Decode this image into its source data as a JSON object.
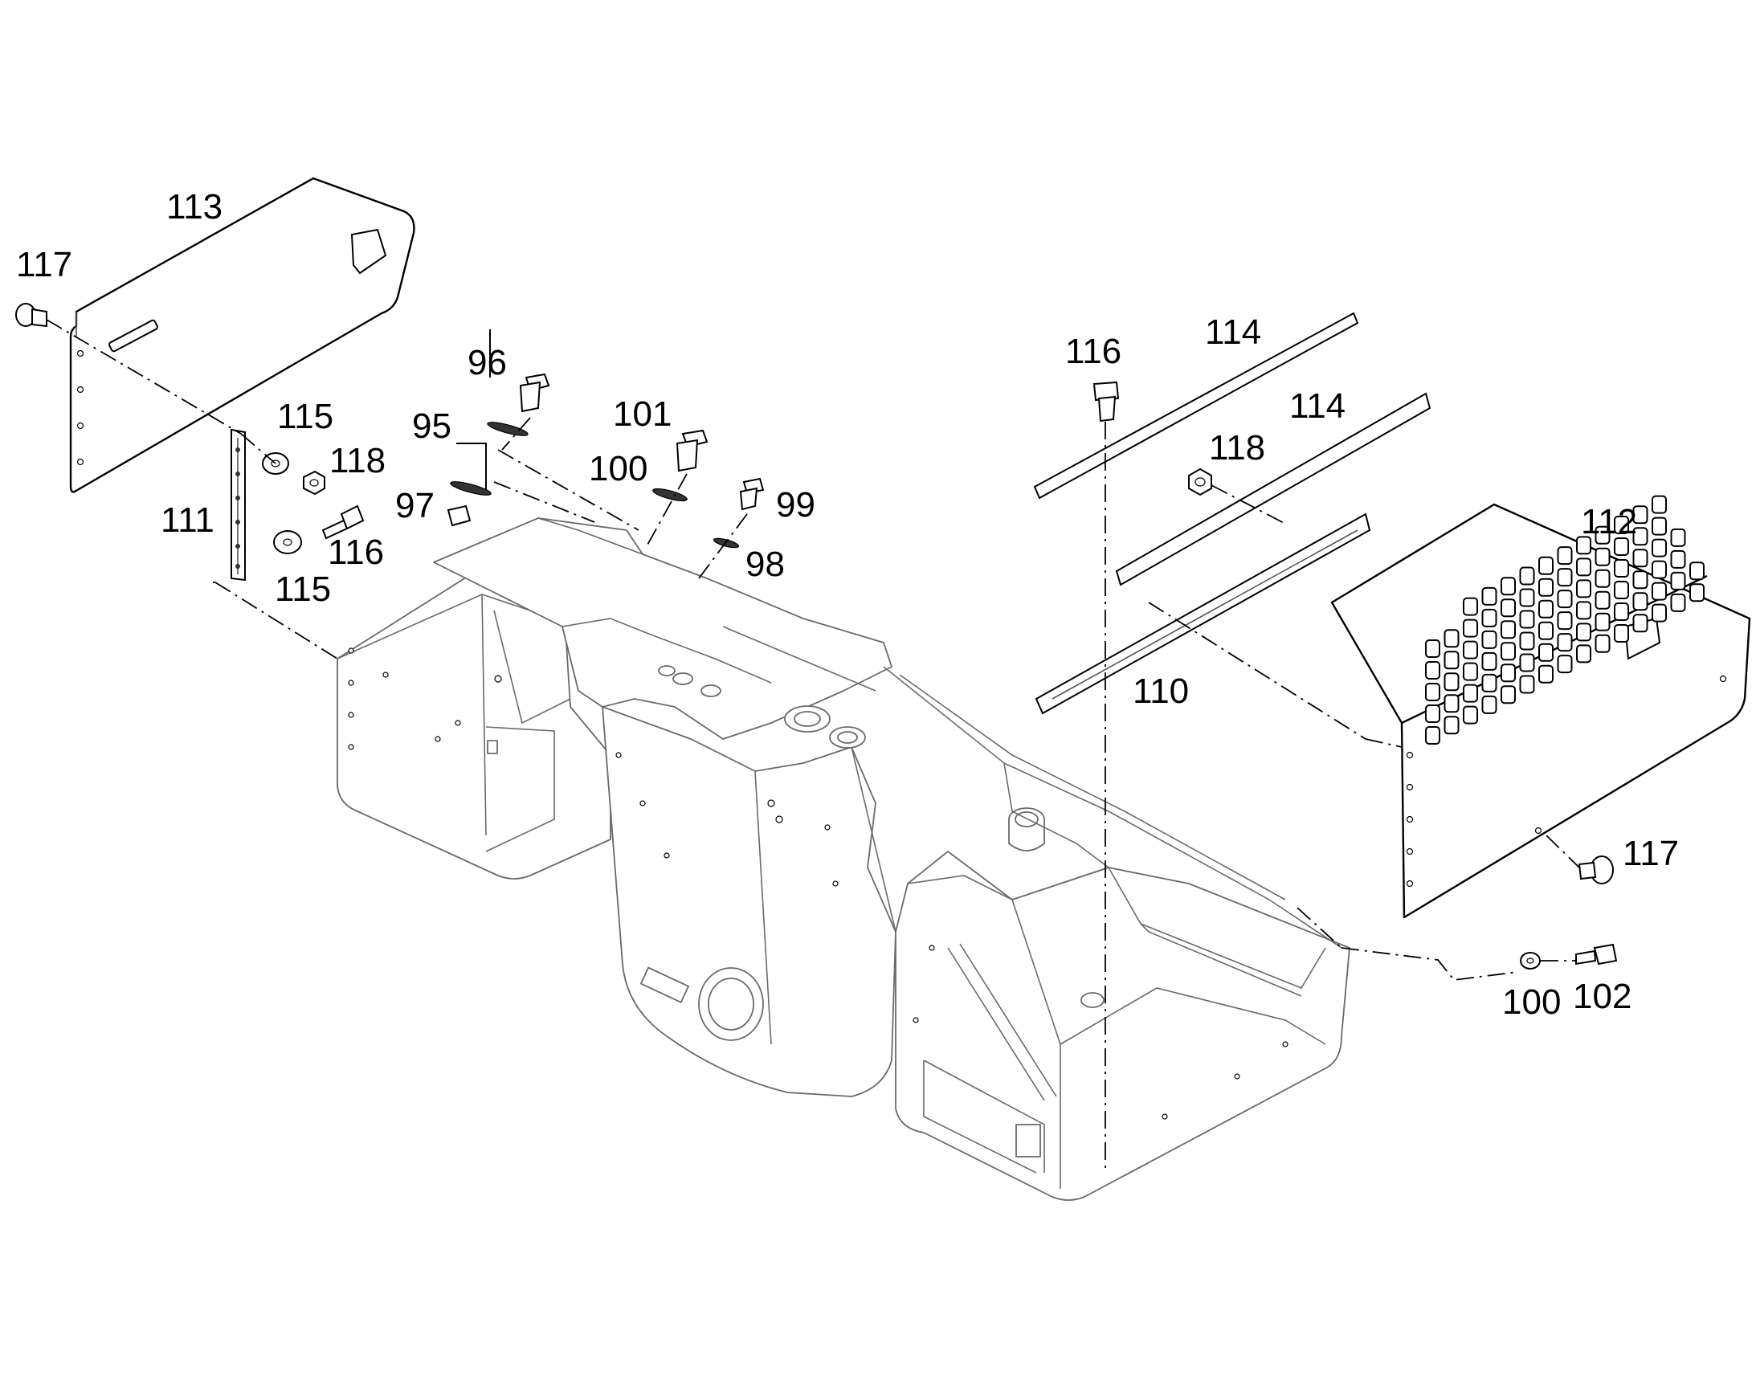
{
  "callouts": {
    "c95": "95",
    "c96": "96",
    "c97": "97",
    "c98": "98",
    "c99": "99",
    "c100_top": "100",
    "c100_bottom": "100",
    "c101": "101",
    "c102": "102",
    "c110": "110",
    "c111": "111",
    "c112": "112",
    "c113": "113",
    "c114_a": "114",
    "c114_b": "114",
    "c115_a": "115",
    "c115_b": "115",
    "c116_left": "116",
    "c116_right": "116",
    "c117_left": "117",
    "c117_right": "117",
    "c118_left": "118",
    "c118_right": "118"
  },
  "colors": {
    "line": "#000000",
    "frame": "#6a6a6a",
    "background": "#ffffff"
  }
}
